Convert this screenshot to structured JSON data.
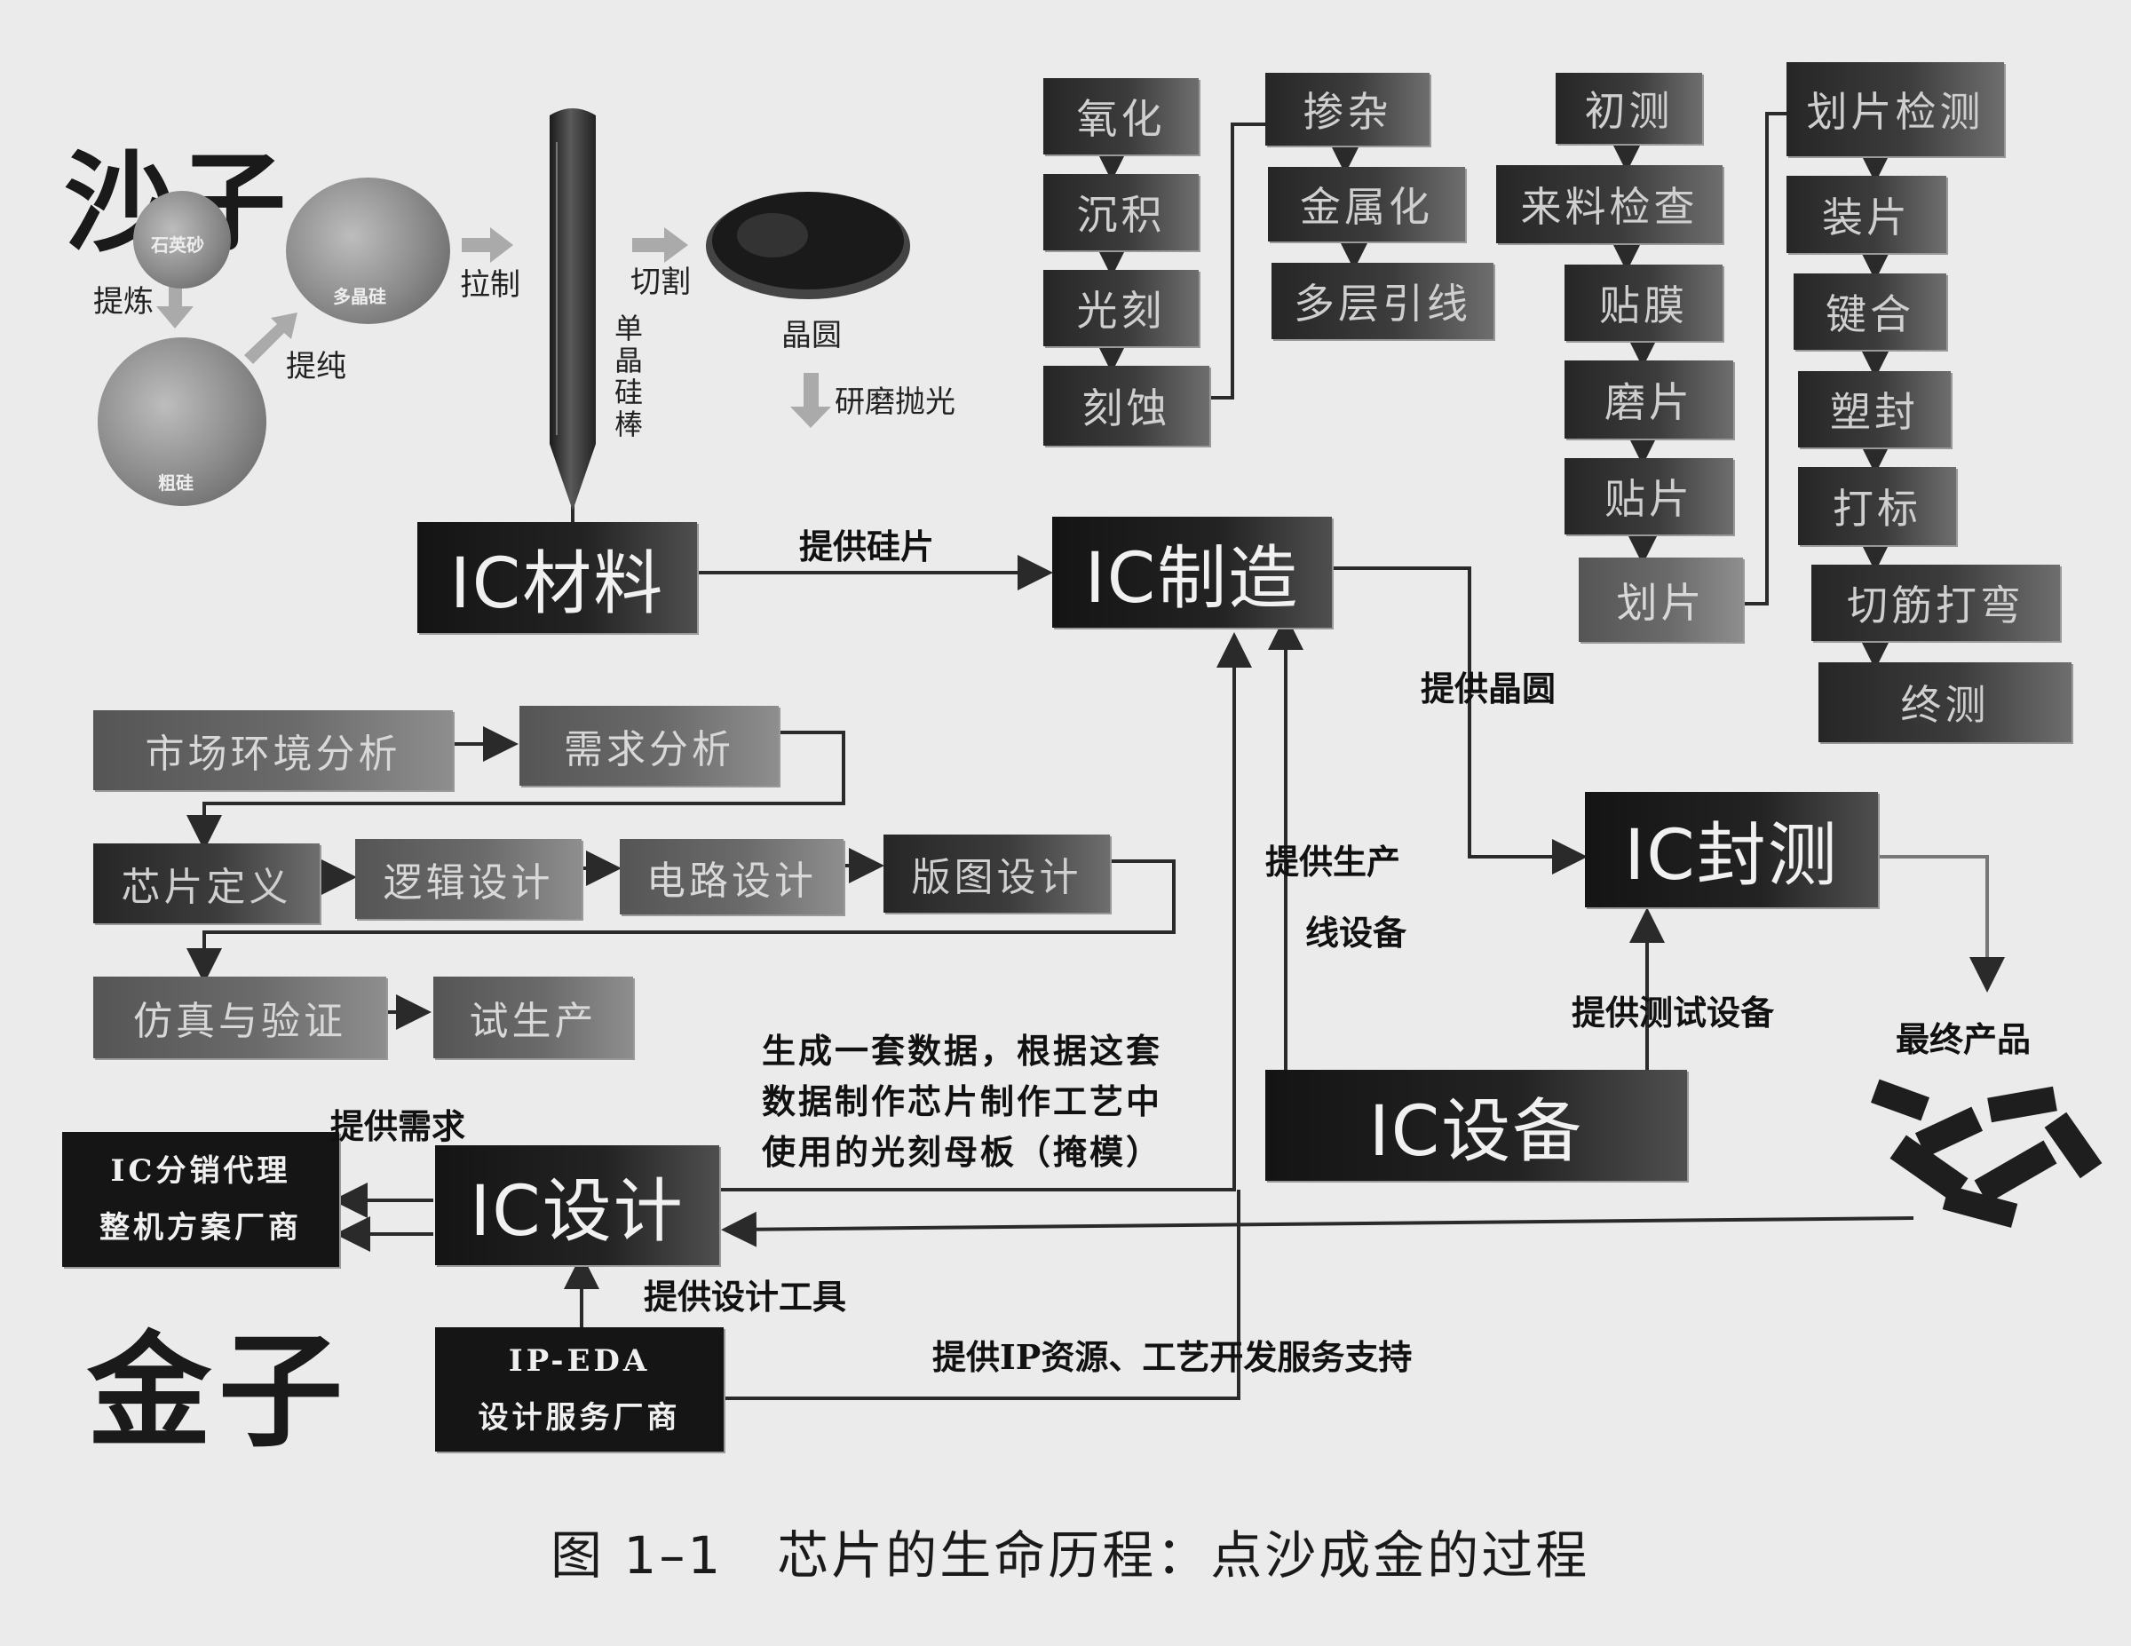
{
  "corner_titles": {
    "sand": "沙子",
    "gold": "金子"
  },
  "material_prep": {
    "circle_quartz": "石英砂",
    "circle_crude": "粗硅",
    "circle_poly": "多晶硅",
    "refine": "提炼",
    "purify": "提纯",
    "pull": "拉制",
    "rod": [
      "单",
      "晶",
      "硅",
      "棒"
    ],
    "cut": "切割",
    "wafer": "晶圆",
    "polish": "研磨抛光"
  },
  "fab_steps": [
    "氧化",
    "沉积",
    "光刻",
    "刻蚀"
  ],
  "fab_steps2": [
    "掺杂",
    "金属化",
    "多层引线"
  ],
  "pkg_steps1": [
    "初测",
    "来料检查",
    "贴膜",
    "磨片",
    "贴片",
    "划片"
  ],
  "pkg_steps2": [
    "划片检测",
    "装片",
    "键合",
    "塑封",
    "打标",
    "切筋打弯",
    "终测"
  ],
  "ic_blocks": {
    "material": "IC材料",
    "fab": "IC制造",
    "package_test": "IC封测",
    "equipment": "IC设备",
    "design": "IC设计"
  },
  "design_flow": {
    "row1": [
      "市场环境分析",
      "需求分析"
    ],
    "row2": [
      "芯片定义",
      "逻辑设计",
      "电路设计",
      "版图设计"
    ],
    "row3": [
      "仿真与验证",
      "试生产"
    ]
  },
  "dist_box": [
    "IC分销代理",
    "整机方案厂商"
  ],
  "ipeda_box": [
    "IP-EDA",
    "设计服务厂商"
  ],
  "edge_labels": {
    "supply_wafer": "提供硅片",
    "supply_wafer_round": "提供晶圆",
    "supply_line_equipment": [
      "提供生产",
      "线设备"
    ],
    "supply_test_equipment": "提供测试设备",
    "final_product": "最终产品",
    "mask_note": [
      "生成一套数据，根据这套",
      "数据制作芯片制作工艺中",
      "使用的光刻母板（掩模）"
    ],
    "supply_demand": "提供需求",
    "supply_design_tools": "提供设计工具",
    "supply_ip": "提供IP资源、工艺开发服务支持"
  },
  "caption": "图 1–1　芯片的生命历程：点沙成金的过程"
}
